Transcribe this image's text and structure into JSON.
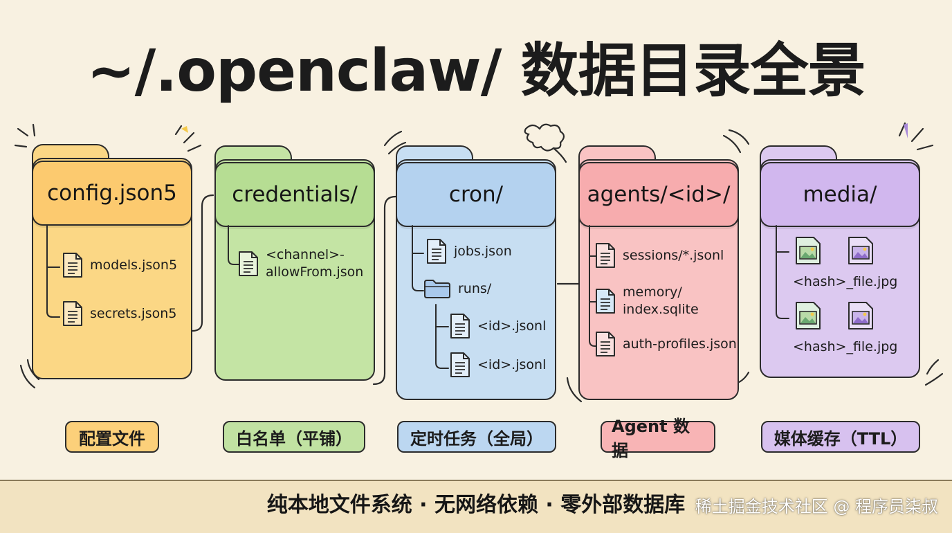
{
  "title": "~/.openclaw/ 数据目录全景",
  "folders": [
    {
      "name": "config.json5",
      "color": "#fcca6f",
      "items": [
        {
          "text": "models.json5",
          "icon": "document-icon"
        },
        {
          "text": "secrets.json5",
          "icon": "document-icon"
        }
      ],
      "label": "配置文件"
    },
    {
      "name": "credentials/",
      "color": "#b6dd93",
      "items": [
        {
          "text": "<channel>-\nallowFrom.json",
          "icon": "document-icon"
        }
      ],
      "label": "白名单（平铺）"
    },
    {
      "name": "cron/",
      "color": "#b4d2ef",
      "items": [
        {
          "text": "jobs.json",
          "icon": "document-icon"
        },
        {
          "text": "runs/",
          "icon": "folder-icon"
        },
        {
          "text": "<id>.jsonl",
          "icon": "document-icon"
        },
        {
          "text": "<id>.jsonl",
          "icon": "document-icon"
        }
      ],
      "label": "定时任务（全局）"
    },
    {
      "name": "agents/<id>/",
      "color": "#f7acae",
      "items": [
        {
          "text": "sessions/*.jsonl",
          "icon": "document-icon"
        },
        {
          "text": "memory/\nindex.sqlite",
          "icon": "database-file-icon"
        },
        {
          "text": "auth-profiles.json",
          "icon": "document-icon"
        }
      ],
      "label": "Agent 数据"
    },
    {
      "name": "media/",
      "color": "#d1b7ee",
      "items": [
        {
          "text": "<hash>_file.jpg",
          "icon": "image-file-icon"
        },
        {
          "text": "<hash>_file.jpg",
          "icon": "image-file-icon"
        }
      ],
      "label": "媒体缓存（TTL）"
    }
  ],
  "footer": "纯本地文件系统 · 无网络依赖 · 零外部数据库",
  "watermark": "稀土掘金技术社区 @ 程序员柒叔"
}
